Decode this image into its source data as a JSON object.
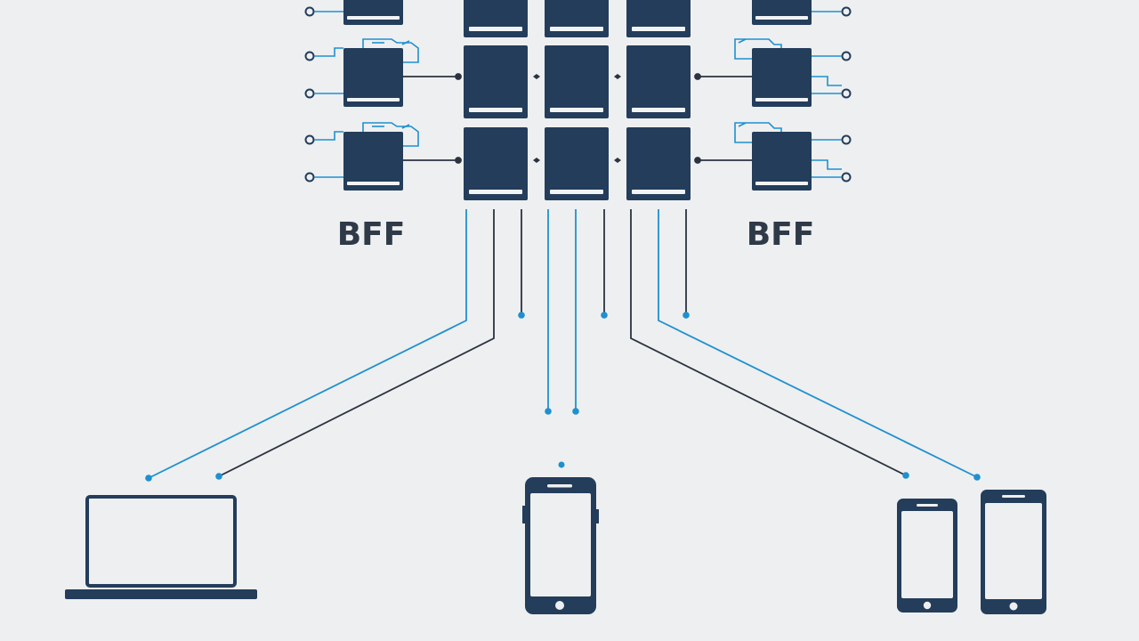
{
  "diagram": {
    "labels": {
      "left_group": "BFF",
      "right_group": "BFF"
    },
    "colors": {
      "navy": "#233d5b",
      "blue": "#1e90d0",
      "dark_line": "#2b3340",
      "background": "#eeeff0",
      "screen": "#eeeff0",
      "bar": "#f1f3f5"
    },
    "nodes": {
      "center_grid": {
        "rows": 3,
        "cols": 3,
        "kind": "microservice"
      },
      "left_bff_boxes": {
        "count": 3,
        "kind": "bff-service"
      },
      "right_bff_boxes": {
        "count": 3,
        "kind": "bff-service"
      }
    },
    "clients": [
      {
        "name": "laptop",
        "icon": "laptop-icon"
      },
      {
        "name": "phone",
        "icon": "smartphone-icon"
      },
      {
        "name": "phone-small",
        "icon": "smartphone-icon"
      },
      {
        "name": "phone-large",
        "icon": "smartphone-icon"
      }
    ]
  }
}
